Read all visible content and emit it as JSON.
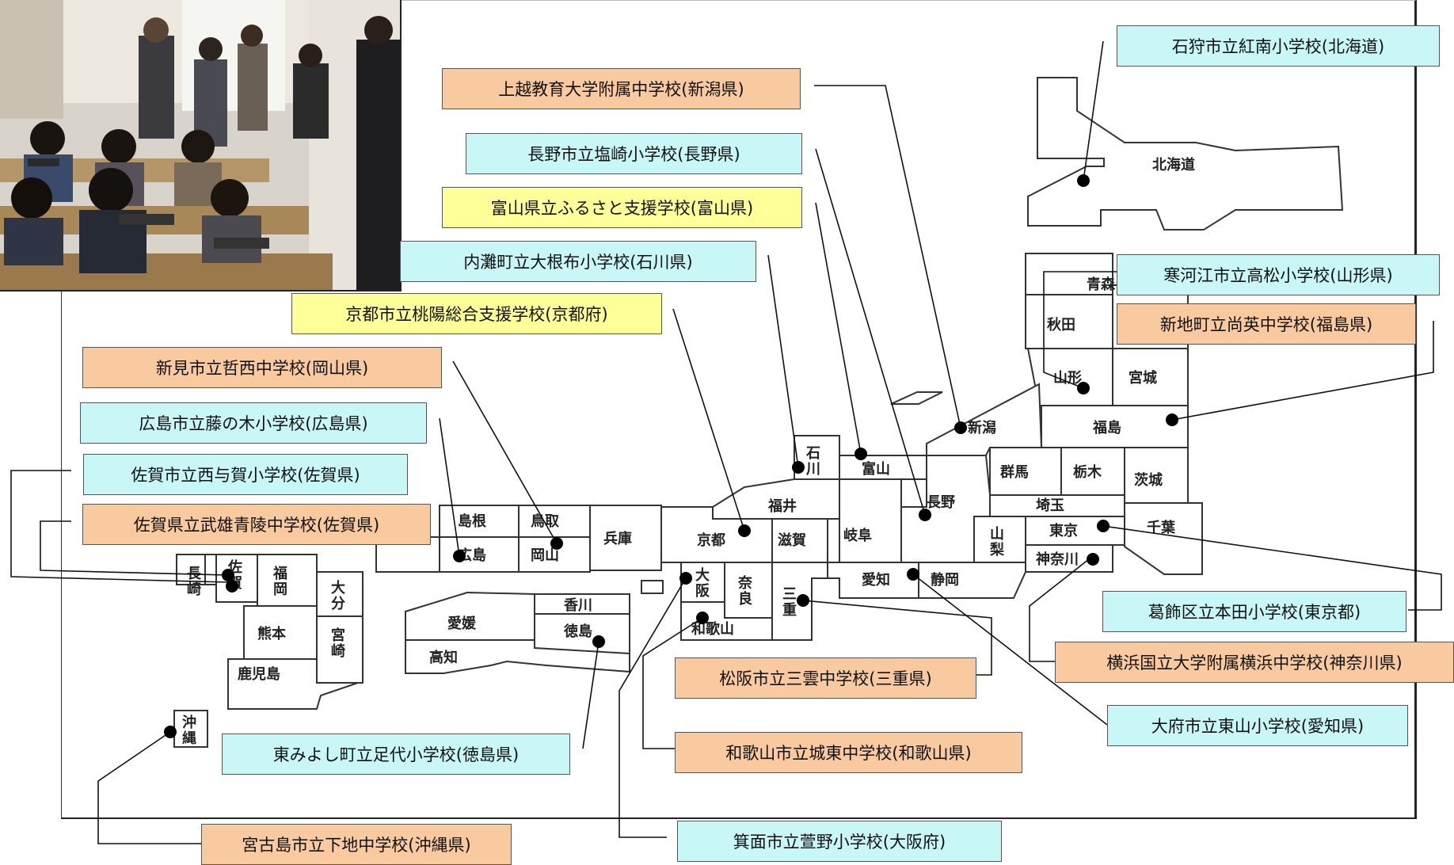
{
  "map": {
    "prefectures": {
      "hokkaido": "北海道",
      "aomori": "青森",
      "akita": "秋田",
      "yamagata": "山形",
      "miyagi": "宮城",
      "fukushima": "福島",
      "niigata": "新潟",
      "gunma": "群馬",
      "tochigi": "栃木",
      "ibaraki": "茨城",
      "saitama": "埼玉",
      "chiba": "千葉",
      "tokyo": "東京",
      "kanagawa": "神奈川",
      "yamanashi": "山梨",
      "nagano": "長野",
      "shizuoka": "静岡",
      "aichi": "愛知",
      "gifu": "岐阜",
      "toyama": "富山",
      "ishikawa": "石川",
      "fukui": "福井",
      "shiga": "滋賀",
      "mie": "三重",
      "kyoto": "京都",
      "nara": "奈良",
      "osaka": "大阪",
      "wakayama": "和歌山",
      "hyogo": "兵庫",
      "tottori": "鳥取",
      "okayama": "岡山",
      "shimane": "島根",
      "hiroshima": "広島",
      "kagawa": "香川",
      "tokushima": "徳島",
      "ehime": "愛媛",
      "kochi": "高知",
      "fukuoka": "福岡",
      "saga": "佐賀",
      "nagasaki": "長崎",
      "oita": "大分",
      "kumamoto": "熊本",
      "miyazaki": "宮崎",
      "kagoshima": "鹿児島",
      "okinawa": "沖縄"
    },
    "schools": [
      {
        "id": "ishikari",
        "text": "石狩市立紅南小学校(北海道)",
        "color": "cyan"
      },
      {
        "id": "joetsu",
        "text": "上越教育大学附属中学校(新潟県)",
        "color": "orange"
      },
      {
        "id": "nagano",
        "text": "長野市立塩崎小学校(長野県)",
        "color": "cyan"
      },
      {
        "id": "toyama",
        "text": "富山県立ふるさと支援学校(富山県)",
        "color": "yellow"
      },
      {
        "id": "uchinada",
        "text": "内灘町立大根布小学校(石川県)",
        "color": "cyan"
      },
      {
        "id": "kyoto",
        "text": "京都市立桃陽総合支援学校(京都府)",
        "color": "yellow"
      },
      {
        "id": "niimi",
        "text": "新見市立哲西中学校(岡山県)",
        "color": "orange"
      },
      {
        "id": "hiroshima",
        "text": "広島市立藤の木小学校(広島県)",
        "color": "cyan"
      },
      {
        "id": "saga1",
        "text": "佐賀市立西与賀小学校(佐賀県)",
        "color": "cyan"
      },
      {
        "id": "saga2",
        "text": "佐賀県立武雄青陵中学校(佐賀県)",
        "color": "orange"
      },
      {
        "id": "sagae",
        "text": "寒河江市立高松小学校(山形県)",
        "color": "cyan"
      },
      {
        "id": "shinchi",
        "text": "新地町立尚英中学校(福島県)",
        "color": "orange"
      },
      {
        "id": "katsushika",
        "text": "葛飾区立本田小学校(東京都)",
        "color": "cyan"
      },
      {
        "id": "yokohama",
        "text": "横浜国立大学附属横浜中学校(神奈川県)",
        "color": "orange"
      },
      {
        "id": "matsusaka",
        "text": "松阪市立三雲中学校(三重県)",
        "color": "orange"
      },
      {
        "id": "obu",
        "text": "大府市立東山小学校(愛知県)",
        "color": "cyan"
      },
      {
        "id": "wakayama",
        "text": "和歌山市立城東中学校(和歌山県)",
        "color": "orange"
      },
      {
        "id": "higashimiyoshi",
        "text": "東みよし町立足代小学校(徳島県)",
        "color": "cyan"
      },
      {
        "id": "miyakojima",
        "text": "宮古島市立下地中学校(沖縄県)",
        "color": "orange"
      },
      {
        "id": "minoh",
        "text": "箕面市立萱野小学校(大阪府)",
        "color": "cyan"
      }
    ],
    "colors": {
      "orange": "#f9c99f",
      "cyan": "#c9f7f7",
      "yellow": "#ffff99",
      "pin": "#000000"
    }
  }
}
